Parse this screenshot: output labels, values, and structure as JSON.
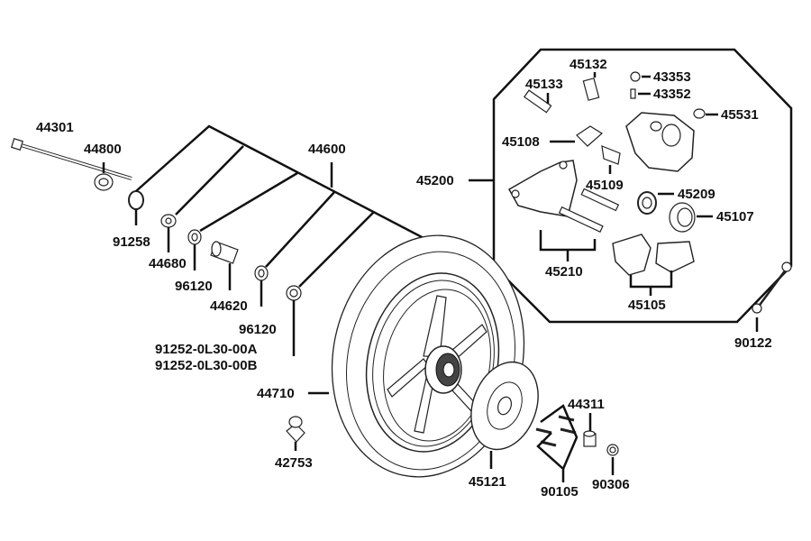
{
  "labels": {
    "p44301": "44301",
    "p44800": "44800",
    "p44600": "44600",
    "p91258": "91258",
    "p44680": "44680",
    "p96120a": "96120",
    "p44620": "44620",
    "p96120b": "96120",
    "p91252a": "91252-0L30-00A",
    "p91252b": "91252-0L30-00B",
    "p44710": "44710",
    "p42753": "42753",
    "p45121": "45121",
    "p90105": "90105",
    "p44311": "44311",
    "p90306": "90306",
    "p45200": "45200",
    "p45132": "45132",
    "p43353": "43353",
    "p45133": "45133",
    "p43352": "43352",
    "p45531": "45531",
    "p45108": "45108",
    "p45109": "45109",
    "p45209": "45209",
    "p45107": "45107",
    "p45210": "45210",
    "p45105": "45105",
    "p90122": "90122"
  }
}
